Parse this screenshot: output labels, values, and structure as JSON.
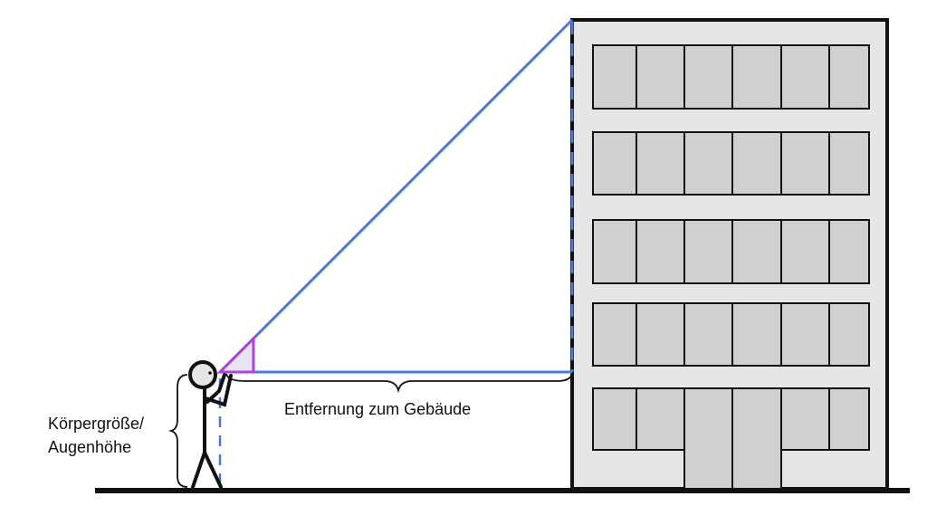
{
  "labels": {
    "distance": "Entfernung zum Gebäude",
    "height_line1": "Körpergröße/",
    "height_line2": "Augenhöhe"
  },
  "colors": {
    "sight_line": "#4a78e0",
    "angle_marker": "#b040e0",
    "building_fill": "#e6e6e6",
    "window_fill": "#d0d0d0",
    "stroke": "#111111"
  }
}
